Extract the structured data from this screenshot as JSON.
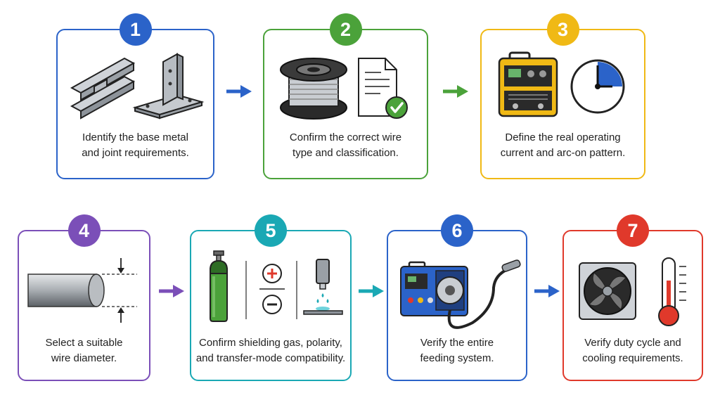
{
  "steps": [
    {
      "num": "1",
      "color": "#2b63c9",
      "line1": "Identify the base metal",
      "line2": "and joint requirements."
    },
    {
      "num": "2",
      "color": "#4ba23a",
      "line1": "Confirm the correct wire",
      "line2": "type and classification."
    },
    {
      "num": "3",
      "color": "#f0b915",
      "line1": "Define the real operating",
      "line2": "current and arc-on pattern."
    },
    {
      "num": "4",
      "color": "#7b4fb8",
      "line1": "Select a suitable",
      "line2": "wire diameter."
    },
    {
      "num": "5",
      "color": "#1aa8b4",
      "line1": "Confirm shielding gas, polarity,",
      "line2": "and transfer-mode compatibility."
    },
    {
      "num": "6",
      "color": "#2b63c9",
      "line1": "Verify the entire",
      "line2": "feeding system."
    },
    {
      "num": "7",
      "color": "#e0392b",
      "line1": "Verify duty cycle and",
      "line2": "cooling requirements."
    }
  ],
  "arrows": [
    {
      "color": "#2b63c9"
    },
    {
      "color": "#4ba23a"
    },
    {
      "color": "#7b4fb8"
    },
    {
      "color": "#1aa8b4"
    },
    {
      "color": "#2b63c9"
    }
  ],
  "icon_names": [
    "steel-beam-icon",
    "angle-bracket-icon",
    "wire-spool-icon",
    "document-check-icon",
    "welder-machine-icon",
    "timer-clock-icon",
    "metal-rod-icon",
    "diameter-dimension-icon",
    "gas-cylinder-icon",
    "polarity-icon",
    "welding-torch-tip-icon",
    "mig-welder-icon",
    "cooling-fan-icon",
    "thermometer-icon"
  ]
}
